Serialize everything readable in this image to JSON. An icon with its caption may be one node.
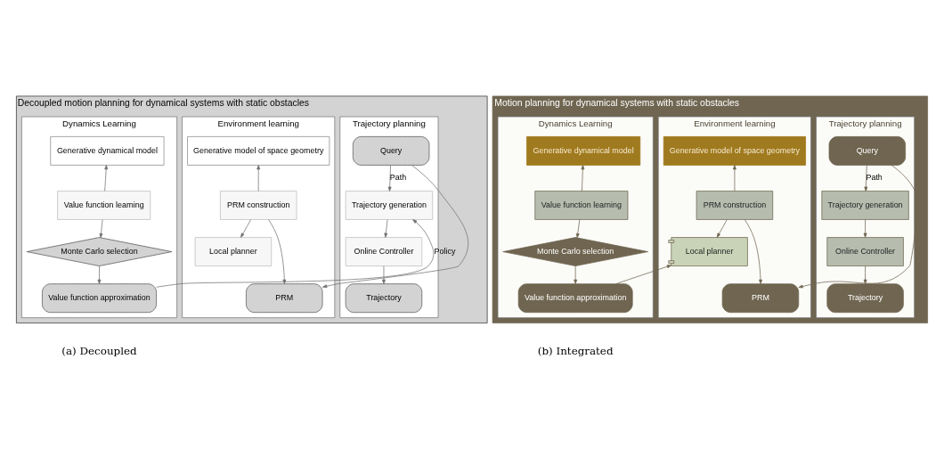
{
  "diagram": {
    "nodes": [
      {
        "text": [
          "Decoupled motion planning for dynamical systems with static obstacles"
        ]
      },
      {
        "text": [
          "Dynamics Learning"
        ],
        "in": 0
      },
      {
        "text": [
          "Environment learning"
        ],
        "in": 0
      },
      {
        "text": [
          "Trajectory planning"
        ],
        "in": 0
      },
      {
        "text": [
          "Generative dynamical model"
        ],
        "in": 1
      },
      {
        "text": [
          "Value function learning"
        ],
        "in": 1
      },
      {
        "text": [
          "Monte Carlo selection"
        ],
        "in": 1
      },
      {
        "text": [
          "Value function approximation"
        ],
        "in": 1
      },
      {
        "text": [
          "Generative model of space geometry"
        ],
        "in": 2
      },
      {
        "text": [
          "PRM construction"
        ],
        "in": 2
      },
      {
        "text": [
          "Local planner"
        ],
        "in": 2
      },
      {
        "text": [
          "PRM"
        ],
        "in": 2
      },
      {
        "text": [
          "Query"
        ],
        "in": 3
      },
      {
        "text": [
          "Trajectory generation"
        ],
        "in": 3
      },
      {
        "text": [
          "Online Controller"
        ],
        "in": 3
      },
      {
        "text": [
          "Trajectory"
        ],
        "in": 3
      },
      {
        "text": [
          "Motion planning for dynamical systems with static obstacles"
        ]
      },
      {
        "text": [
          "Dynamics Learning"
        ],
        "in": 16
      },
      {
        "text": [
          "Environment learning"
        ],
        "in": 16
      },
      {
        "text": [
          "Trajectory planning"
        ],
        "in": 16
      },
      {
        "text": [
          "Generative dynamical model"
        ],
        "in": 17
      },
      {
        "text": [
          "Value function learning"
        ],
        "in": 17
      },
      {
        "text": [
          "Monte Carlo selection"
        ],
        "in": 17
      },
      {
        "text": [
          "Value function approximation"
        ],
        "in": 17
      },
      {
        "text": [
          "Generative model of space geometry"
        ],
        "in": 18
      },
      {
        "text": [
          "PRM construction"
        ],
        "in": 18
      },
      {
        "text": [
          "Local planner"
        ],
        "in": 18
      },
      {
        "text": [
          "PRM"
        ],
        "in": 18
      },
      {
        "text": [
          "Query"
        ],
        "in": 19
      },
      {
        "text": [
          "Trajectory generation"
        ],
        "in": 19
      },
      {
        "text": [
          "Online Controller"
        ],
        "in": 19
      },
      {
        "text": [
          "Trajectory"
        ],
        "in": 19
      }
    ],
    "edges": [
      {
        "from": 5,
        "to": 4,
        "arrow": "to"
      },
      {
        "from": 5,
        "to": 6,
        "arrow": "to"
      },
      {
        "from": 6,
        "to": 7,
        "arrow": "to"
      },
      {
        "from": 9,
        "to": 8,
        "arrow": "to"
      },
      {
        "from": 9,
        "to": 10,
        "arrow": "to"
      },
      {
        "from": 9,
        "to": 11,
        "arrow": "to"
      },
      {
        "from": 12,
        "to": 11,
        "arrow": "to"
      },
      {
        "from": 12,
        "to": 13,
        "arrow": "to",
        "label": "Path"
      },
      {
        "from": 13,
        "to": 14,
        "arrow": "to"
      },
      {
        "from": 14,
        "to": 15,
        "arrow": "to"
      },
      {
        "from": 7,
        "to": 13,
        "arrow": "to",
        "label": "Policy"
      },
      {
        "from": 21,
        "to": 20,
        "arrow": "to"
      },
      {
        "from": 21,
        "to": 22,
        "arrow": "to"
      },
      {
        "from": 22,
        "to": 23,
        "arrow": "to"
      },
      {
        "from": 25,
        "to": 24,
        "arrow": "to"
      },
      {
        "from": 25,
        "to": 26,
        "arrow": "to"
      },
      {
        "from": 25,
        "to": 27,
        "arrow": "to"
      },
      {
        "from": 23,
        "to": 26,
        "arrow": "to"
      },
      {
        "from": 28,
        "to": 27,
        "arrow": "to"
      },
      {
        "from": 28,
        "to": 29,
        "arrow": "to",
        "label": "Path"
      },
      {
        "from": 29,
        "to": 30,
        "arrow": "to"
      },
      {
        "from": 30,
        "to": 31,
        "arrow": "to"
      }
    ],
    "labels": [
      "(a) Decoupled",
      "(b) Integrated"
    ]
  }
}
